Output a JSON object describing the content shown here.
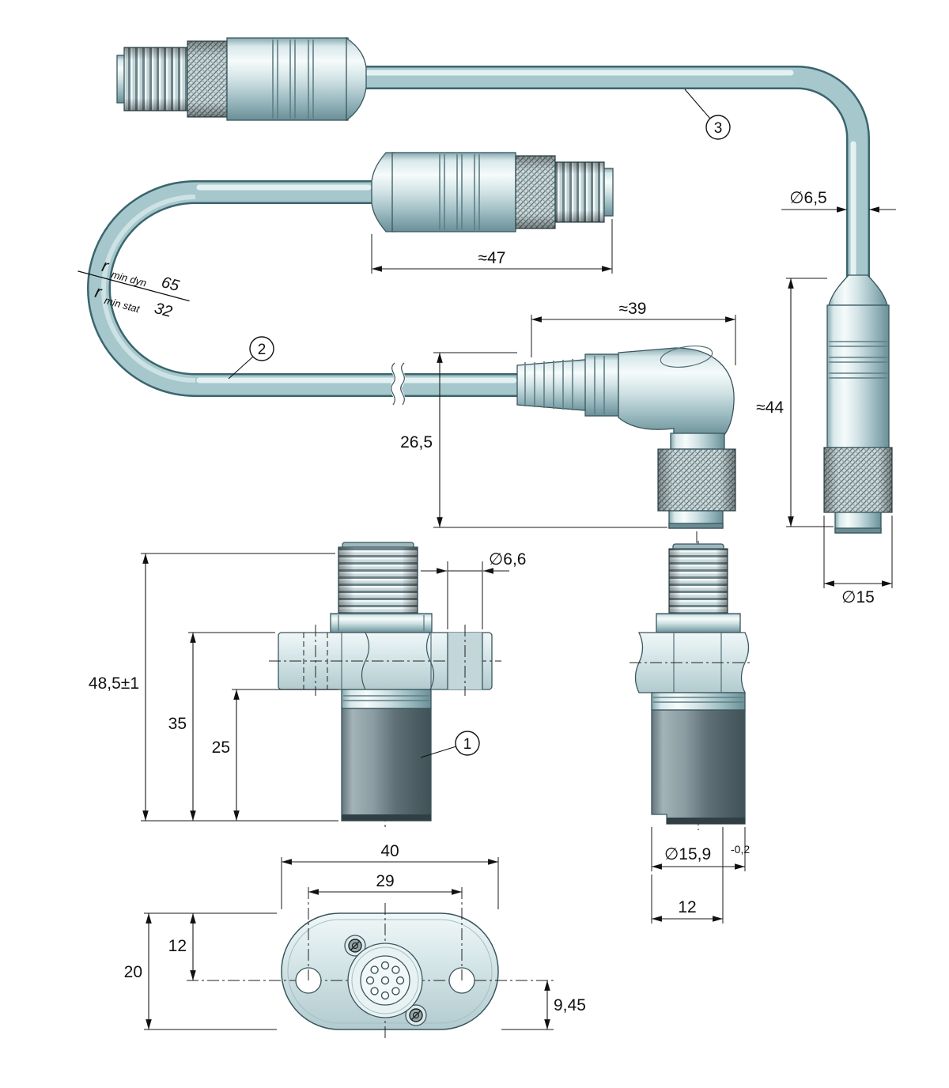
{
  "callouts": {
    "sensor": "1",
    "cable": "2",
    "cable_top": "3"
  },
  "dims": {
    "connector_length": "≈47",
    "angle_connector_length": "≈39",
    "straight_connector_length": "≈44",
    "angle_connector_height": "26,5",
    "cable_diameter": "∅6,5",
    "connector_diameter": "∅15",
    "flange_hole_diameter": "∅6,6",
    "total_height": "48,5±1",
    "height_to_flange": "35",
    "body_height": "25",
    "body_diameter": "∅15,9",
    "body_diameter_tolerance": "-0,2",
    "body_flat_width": "12",
    "flange_length": "40",
    "hole_spacing": "29",
    "flange_width": "20",
    "flange_center_offset": "12",
    "connector_center_offset": "9,45"
  },
  "bend_radius": {
    "r_symbol": "r",
    "dyn_subscript": "min dyn",
    "dyn_value": "65",
    "stat_subscript": "min stat",
    "stat_value": "32"
  }
}
